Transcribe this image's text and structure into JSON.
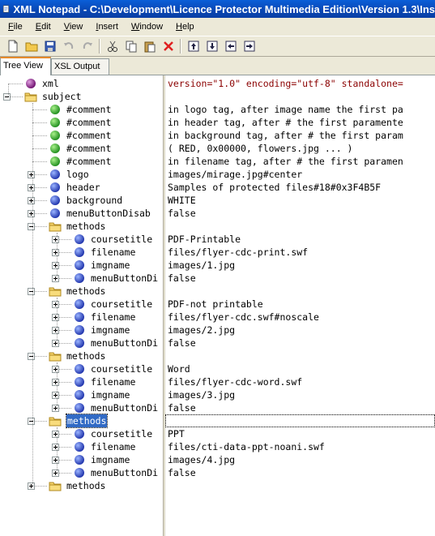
{
  "window": {
    "title": "XML Notepad - C:\\Development\\Licence Protector Multimedia Edition\\Version 1.3\\Ins"
  },
  "menu": [
    "File",
    "Edit",
    "View",
    "Insert",
    "Window",
    "Help"
  ],
  "toolbar": {
    "buttons": [
      "new-file-icon",
      "open-folder-icon",
      "save-icon",
      "undo-icon",
      "redo-icon",
      "cut-icon",
      "copy-icon",
      "paste-icon",
      "delete-icon",
      "nudge-up-icon",
      "nudge-down-icon",
      "nudge-left-icon",
      "nudge-right-icon"
    ]
  },
  "tabs": {
    "tree_view": "Tree View",
    "xsl_output": "XSL Output",
    "active": "tree_view"
  },
  "tree": [
    {
      "label": "xml",
      "type": "pi",
      "level": 0,
      "value": "version=\"1.0\" encoding=\"utf-8\" standalone="
    },
    {
      "label": "subject",
      "type": "folder",
      "level": 0,
      "expander": "minus",
      "value": ""
    },
    {
      "label": "#comment",
      "type": "comment",
      "level": 1,
      "value": "in logo tag, after image name the first pa"
    },
    {
      "label": "#comment",
      "type": "comment",
      "level": 1,
      "value": "in header tag, after # the first paramente"
    },
    {
      "label": "#comment",
      "type": "comment",
      "level": 1,
      "value": "in background tag, after # the first param"
    },
    {
      "label": "#comment",
      "type": "comment",
      "level": 1,
      "value": "( RED, 0x00000, flowers.jpg ... )"
    },
    {
      "label": "#comment",
      "type": "comment",
      "level": 1,
      "value": "in filename tag, after # the first paramen"
    },
    {
      "label": "logo",
      "type": "element",
      "level": 1,
      "expander": "plus",
      "value": "images/mirage.jpg#center"
    },
    {
      "label": "header",
      "type": "element",
      "level": 1,
      "expander": "plus",
      "value": "Samples of protected files#18#0x3F4B5F"
    },
    {
      "label": "background",
      "type": "element",
      "level": 1,
      "expander": "plus",
      "value": "WHITE"
    },
    {
      "label": "menuButtonDisab",
      "type": "element",
      "level": 1,
      "expander": "plus",
      "value": "false"
    },
    {
      "label": "methods",
      "type": "folder",
      "level": 1,
      "expander": "minus",
      "value": ""
    },
    {
      "label": "coursetitle",
      "type": "element",
      "level": 2,
      "expander": "plus",
      "value": "PDF-Printable"
    },
    {
      "label": "filename",
      "type": "element",
      "level": 2,
      "expander": "plus",
      "value": "files/flyer-cdc-print.swf"
    },
    {
      "label": "imgname",
      "type": "element",
      "level": 2,
      "expander": "plus",
      "value": "images/1.jpg"
    },
    {
      "label": "menuButtonDi",
      "type": "element",
      "level": 2,
      "expander": "plus",
      "value": "false"
    },
    {
      "label": "methods",
      "type": "folder",
      "level": 1,
      "expander": "minus",
      "value": ""
    },
    {
      "label": "coursetitle",
      "type": "element",
      "level": 2,
      "expander": "plus",
      "value": "PDF-not printable"
    },
    {
      "label": "filename",
      "type": "element",
      "level": 2,
      "expander": "plus",
      "value": "files/flyer-cdc.swf#noscale"
    },
    {
      "label": "imgname",
      "type": "element",
      "level": 2,
      "expander": "plus",
      "value": "images/2.jpg"
    },
    {
      "label": "menuButtonDi",
      "type": "element",
      "level": 2,
      "expander": "plus",
      "value": "false"
    },
    {
      "label": "methods",
      "type": "folder",
      "level": 1,
      "expander": "minus",
      "value": ""
    },
    {
      "label": "coursetitle",
      "type": "element",
      "level": 2,
      "expander": "plus",
      "value": "Word"
    },
    {
      "label": "filename",
      "type": "element",
      "level": 2,
      "expander": "plus",
      "value": "files/flyer-cdc-word.swf"
    },
    {
      "label": "imgname",
      "type": "element",
      "level": 2,
      "expander": "plus",
      "value": "images/3.jpg"
    },
    {
      "label": "menuButtonDi",
      "type": "element",
      "level": 2,
      "expander": "plus",
      "value": "false"
    },
    {
      "label": "methods",
      "type": "folder",
      "level": 1,
      "expander": "minus",
      "selected": true,
      "value": ""
    },
    {
      "label": "coursetitle",
      "type": "element",
      "level": 2,
      "expander": "plus",
      "value": "PPT"
    },
    {
      "label": "filename",
      "type": "element",
      "level": 2,
      "expander": "plus",
      "value": "files/cti-data-ppt-noani.swf"
    },
    {
      "label": "imgname",
      "type": "element",
      "level": 2,
      "expander": "plus",
      "value": "images/4.jpg"
    },
    {
      "label": "menuButtonDi",
      "type": "element",
      "level": 2,
      "expander": "plus",
      "value": "false"
    },
    {
      "label": "methods",
      "type": "folder",
      "level": 1,
      "expander": "plus",
      "value": ""
    }
  ],
  "colors": {
    "title_bar": "#0846b3",
    "selection": "#316ac5",
    "pi_text": "#8b0000",
    "comment_text": "#006400",
    "tab_accent": "#e68b2c"
  }
}
